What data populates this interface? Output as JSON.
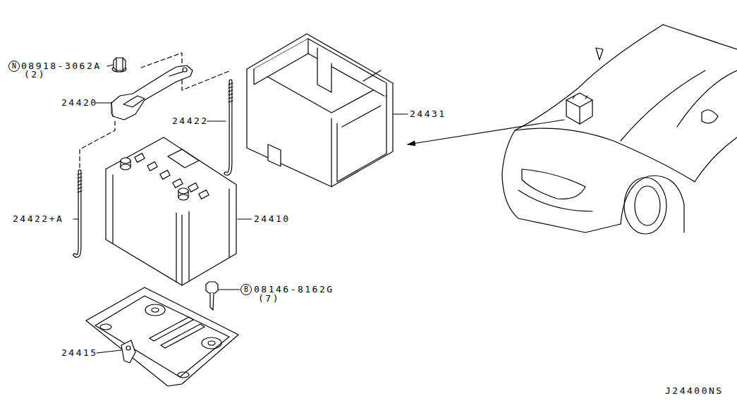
{
  "diagram": {
    "nodes": [
      {
        "text": [
          "N"
        ]
      },
      {
        "text": [
          "B"
        ]
      }
    ],
    "labels": [
      "08918-3062A",
      "(2)",
      "24420",
      "24422",
      "24431",
      "24410",
      "24422+A",
      "08146-8162G",
      "(7)",
      "24415",
      "J24400NS"
    ]
  }
}
